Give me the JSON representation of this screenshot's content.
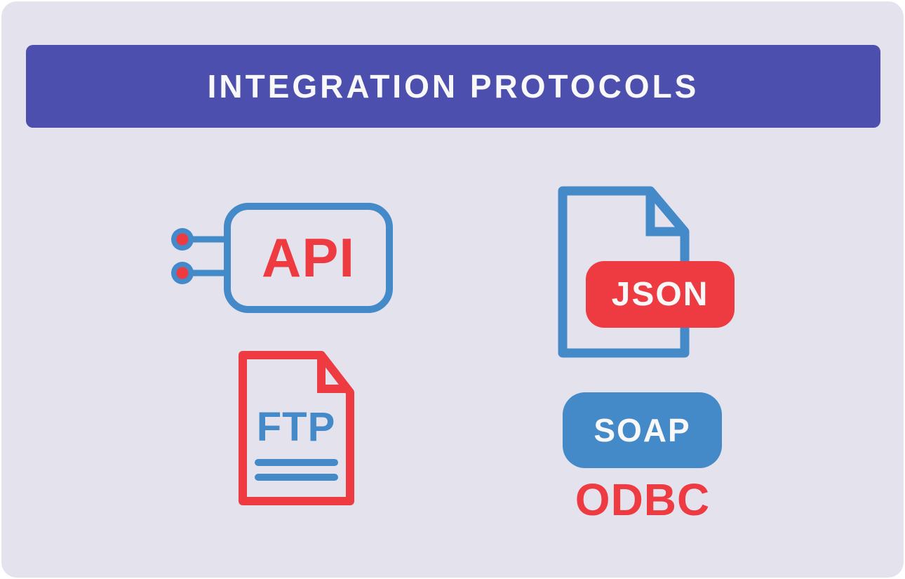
{
  "banner": {
    "title": "INTEGRATION PROTOCOLS"
  },
  "icons": {
    "api": {
      "label": "API"
    },
    "json": {
      "label": "JSON"
    },
    "ftp": {
      "label": "FTP"
    },
    "soap": {
      "label": "SOAP"
    },
    "odbc": {
      "label": "ODBC"
    }
  },
  "colors": {
    "banner_bg": "#4c4fad",
    "card_bg": "#e4e3ed",
    "blue": "#4489c8",
    "red": "#ee3a41",
    "text_light": "#f8f8f8"
  }
}
